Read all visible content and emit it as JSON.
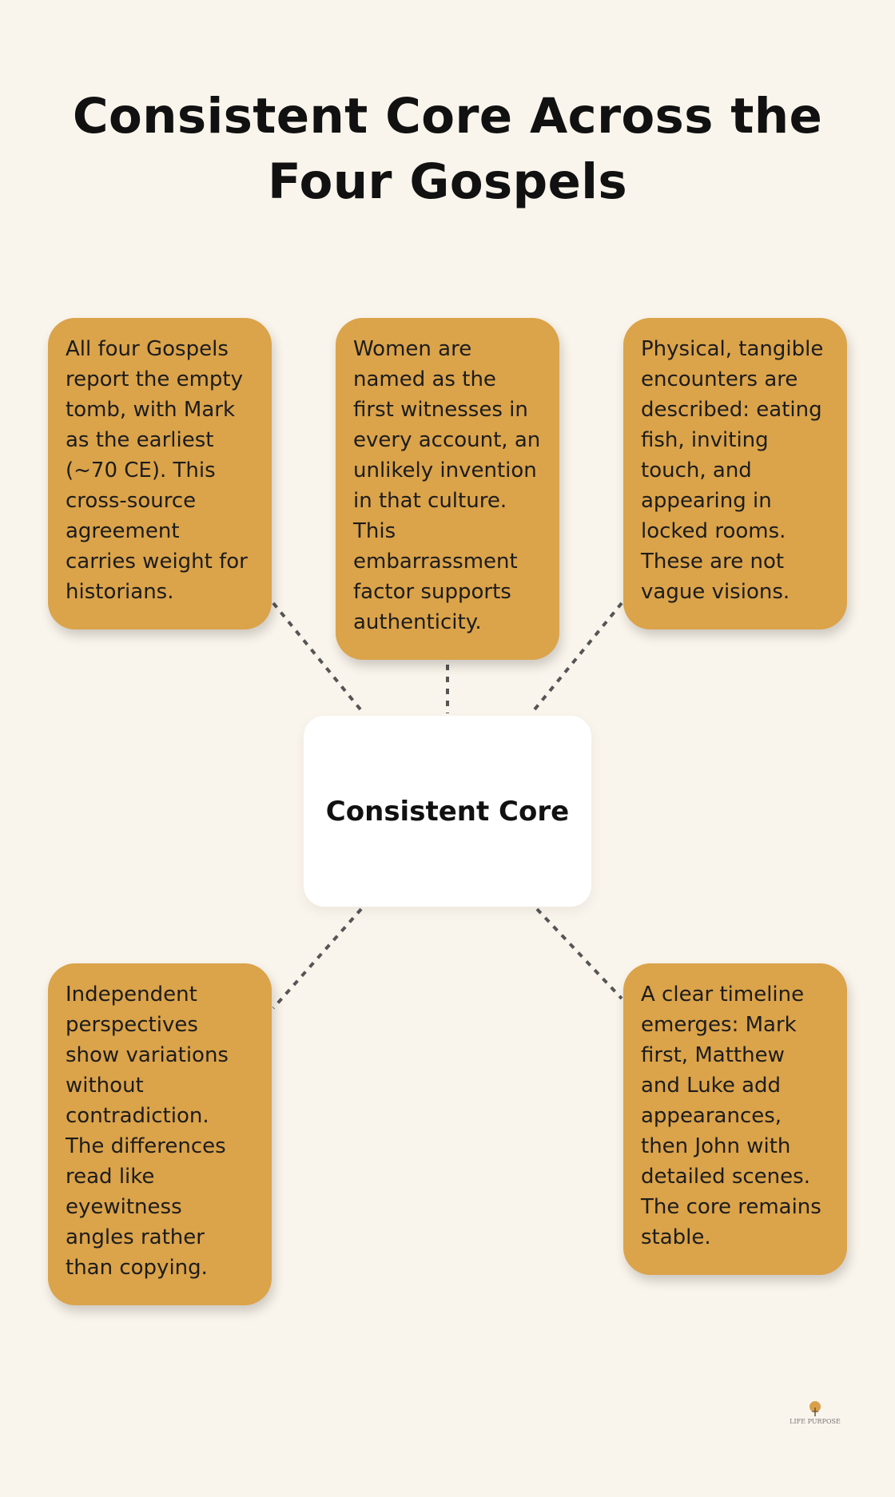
{
  "title": "Consistent Core Across the Four Gospels",
  "center": {
    "label": "Consistent Core"
  },
  "cards": [
    {
      "text": "All four Gospels report the empty tomb, with Mark as the earliest (~70 CE). This cross-source agreement carries weight for historians."
    },
    {
      "text": "Women are named as the first witnesses in every account, an unlikely invention in that culture. This embarrassment factor supports authenticity."
    },
    {
      "text": "Physical, tangible encounters are described: eating fish, inviting touch, and appearing in locked rooms. These are not vague visions."
    },
    {
      "text": "Independent perspectives show variations without contradiction. The differences read like eyewitness angles rather than copying."
    },
    {
      "text": "A clear timeline emerges: Mark first, Matthew and Luke add appearances, then John with detailed scenes. The core remains stable."
    }
  ],
  "logo": {
    "text": "LIFE PURPOSE"
  },
  "colors": {
    "background": "#faf5ec",
    "card": "#dba34a",
    "center": "#ffffff",
    "connector": "#555555"
  }
}
